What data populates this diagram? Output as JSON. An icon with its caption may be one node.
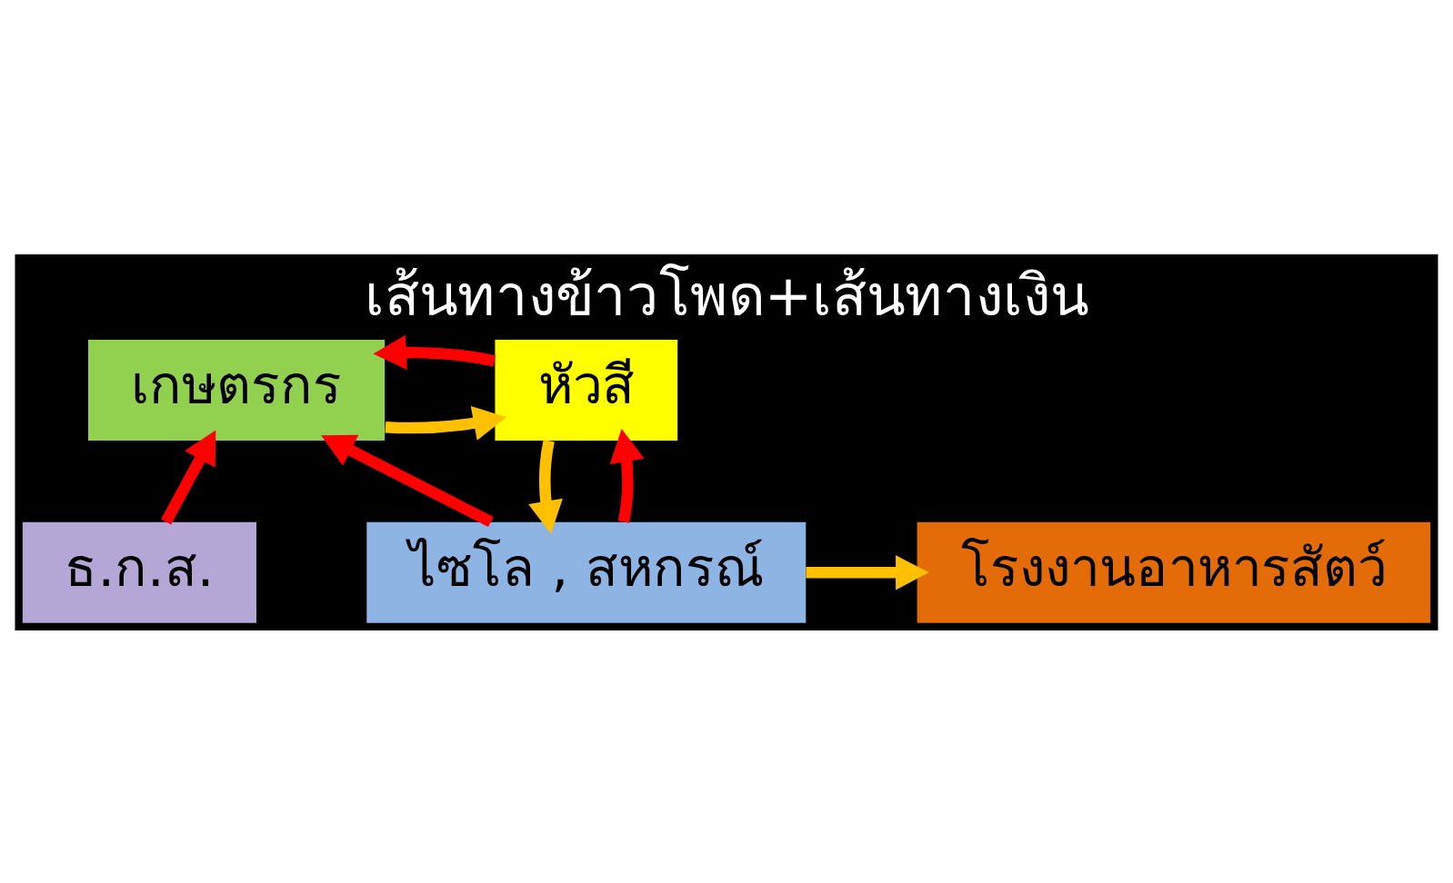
{
  "diagram": {
    "title": "เส้นทางข้าวโพด+เส้นทางเงิน",
    "nodes": [
      {
        "text": [
          "เกษตรกร"
        ]
      },
      {
        "text": [
          "หัวสี"
        ]
      },
      {
        "text": [
          "ธ.ก.ส."
        ]
      },
      {
        "text": [
          "โรงงานอาหารสัตว์"
        ]
      },
      {
        "text": [
          "ไซโล , สหกรณ์"
        ]
      }
    ],
    "edges": [
      {
        "from": 0,
        "to": 1,
        "arrow": "to",
        "color": "#ffc000"
      },
      {
        "from": 1,
        "to": 0,
        "arrow": "to"
      },
      {
        "from": 2,
        "to": 0,
        "arrow": "to"
      },
      {
        "from": 4,
        "to": 0,
        "arrow": "to"
      },
      {
        "from": 1,
        "to": 4,
        "arrow": "to",
        "color": "#ffc000"
      },
      {
        "from": 4,
        "to": 1,
        "arrow": "to"
      },
      {
        "from": 4,
        "to": 3,
        "arrow": "to",
        "color": "#ffc000"
      }
    ]
  }
}
